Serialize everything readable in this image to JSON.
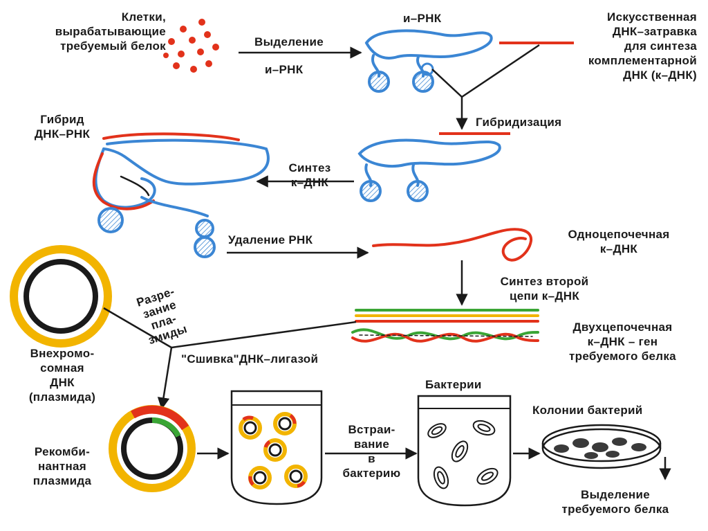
{
  "labels": {
    "cells": "Клетки,\nвырабатывающие\nтребуемый белок",
    "isolation": "Выделение",
    "mrna_under_arrow": "и–РНК",
    "mrna_top": "и–РНК",
    "primer": "Искусственная\nДНК–затравка\nдля синтеза\nкомплементарной\nДНК   (к–ДНК)",
    "hybrid": "Гибрид\nДНК–РНК",
    "hybridization": "Гибридизация",
    "cdna_synthesis": "Синтез\nк–ДНК",
    "rna_removal": "Удаление РНК",
    "single_strand": "Одноцепочечная\nк–ДНК",
    "second_chain": "Синтез второй\nцепи к–ДНК",
    "double_strand": "Двухцепочечная\nк–ДНК – ген\nтребуемого белка",
    "cutting": "Разре-\nзание\nпла-\nзмиды",
    "ligase": "\"Сшивка\"ДНК–лигазой",
    "plasmid": "Внехромо-\nсомная\nДНК\n(плазмида)",
    "recombinant": "Рекомби-\nнантная\nплазмида",
    "bacteria": "Бактерии",
    "insertion": "Встраи-\nвание\nв\nбактерию",
    "colonies": "Колонии бактерий",
    "protein_isolation": "Выделение\nтребуемого белка"
  },
  "colors": {
    "rna": "#3b86d4",
    "dna": "#e2321b",
    "green": "#3aa535",
    "yellow": "#f2b400",
    "black": "#1a1a1a"
  }
}
